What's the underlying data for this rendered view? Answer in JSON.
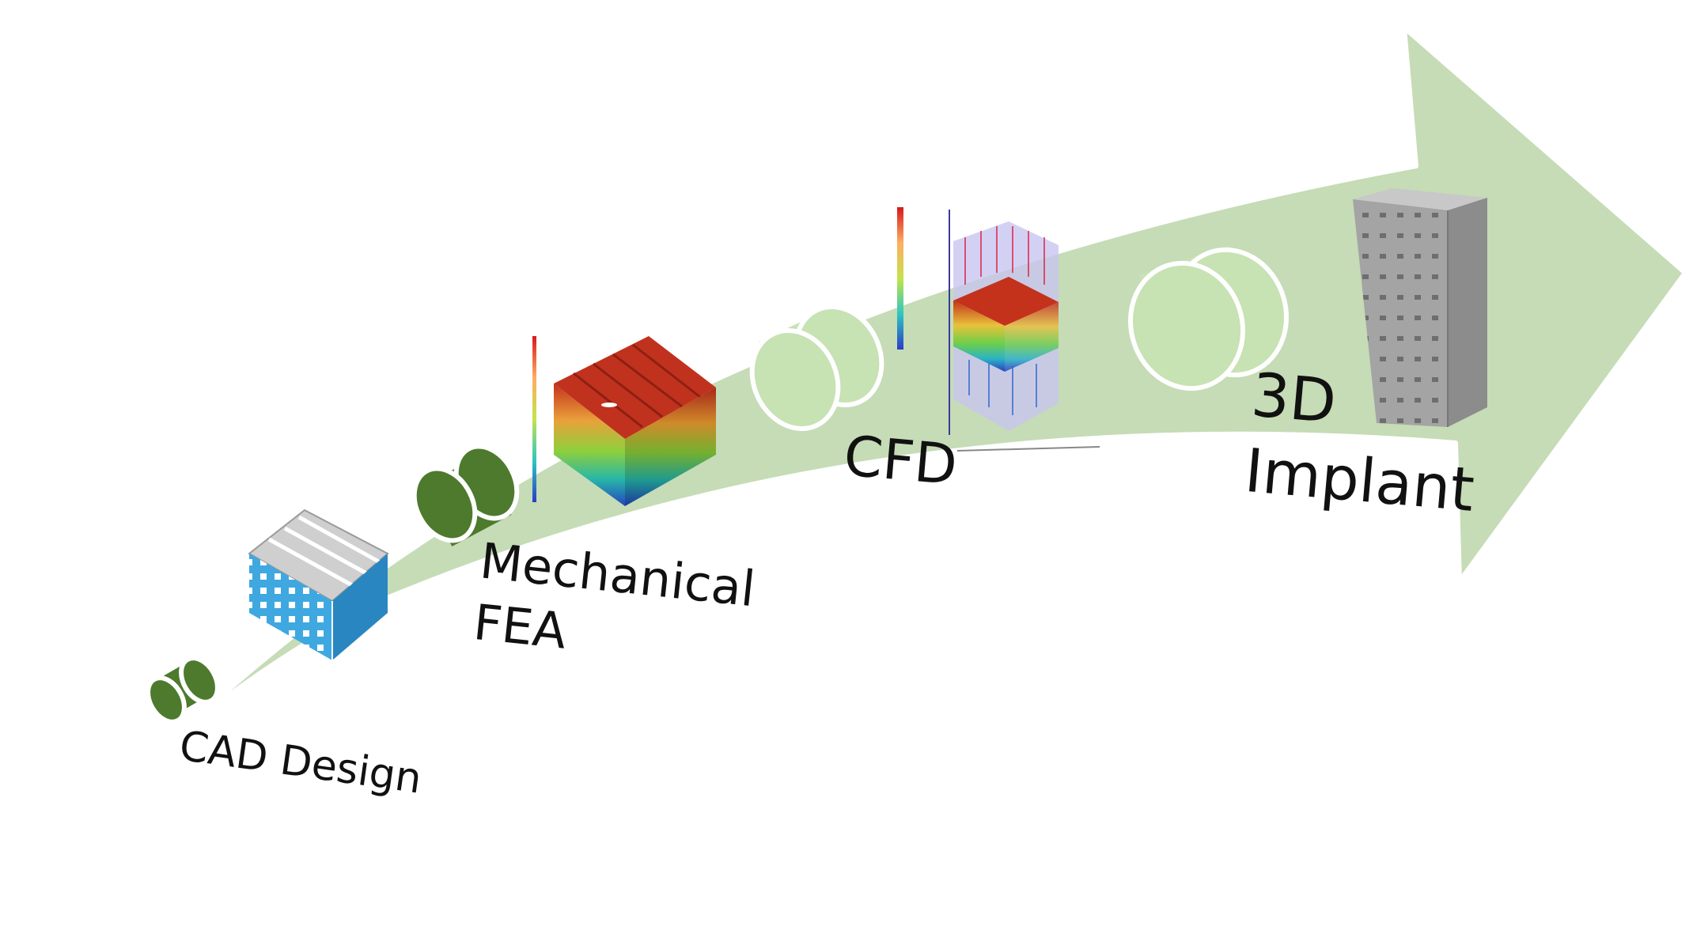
{
  "stages": [
    {
      "lines": [
        "CAD Design"
      ]
    },
    {
      "lines": [
        "Mechanical",
        "FEA"
      ]
    },
    {
      "lines": [
        "CFD"
      ]
    },
    {
      "lines": [
        "3D",
        "Implant"
      ]
    }
  ],
  "colors": {
    "arrow_fill": "#c5dcb6",
    "arrow_edge": "#ffffff",
    "cylinder_dark": "#4d7a2d",
    "cylinder_light": "#c7e2b3",
    "cad_lattice": "#3fa8e0",
    "fea_top": "#c0321e",
    "cfd_box": "#c8c6f0",
    "implant": "#9a9a9a",
    "text": "#111111"
  },
  "icons": [
    "cylinder-icon",
    "cad-lattice-icon",
    "fea-cube-icon",
    "color-scale-icon",
    "cfd-flow-icon",
    "implant-block-icon"
  ]
}
